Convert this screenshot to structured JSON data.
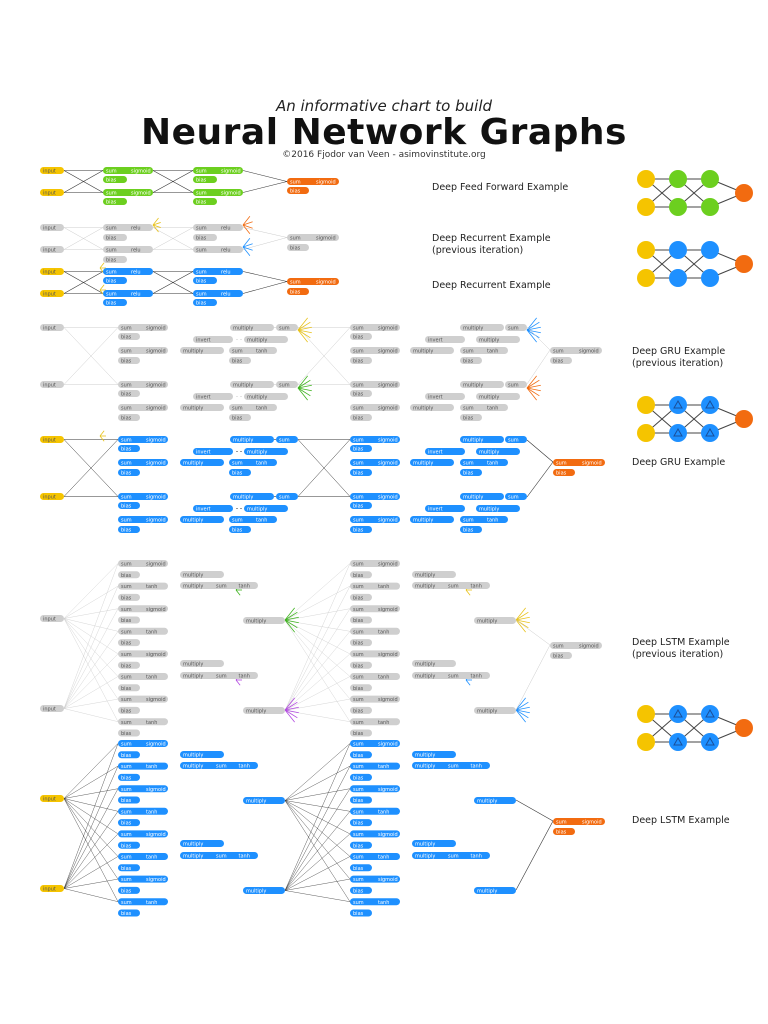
{
  "header": {
    "subtitle": "An informative chart to build",
    "title": "Neural Network Graphs",
    "credit": "©2016 Fjodor van Veen - asimovinstitute.org"
  },
  "examples": [
    {
      "line1": "Deep Feed Forward Example",
      "line2": ""
    },
    {
      "line1": "Deep Recurrent Example",
      "line2": "(previous iteration)"
    },
    {
      "line1": "Deep Recurrent Example",
      "line2": ""
    },
    {
      "line1": "Deep GRU Example",
      "line2": "(previous iteration)"
    },
    {
      "line1": "Deep GRU Example",
      "line2": ""
    },
    {
      "line1": "Deep LSTM Example",
      "line2": "(previous iteration)"
    },
    {
      "line1": "Deep LSTM Example",
      "line2": ""
    }
  ],
  "node_labels": {
    "input": "input",
    "sum": "sum",
    "sigmoid": "sigmoid",
    "relu": "relu",
    "tanh": "tanh",
    "bias": "bias",
    "multiply": "multiply",
    "invert": "invert"
  },
  "colors": {
    "input": "#f5c400",
    "ff": "#6ccf1f",
    "recurrent": "#1e90ff",
    "output": "#f26b10",
    "inactive": "#cfcfcf",
    "line_dark": "#333333",
    "line_light": "#cccccc",
    "accent_green": "#3fb31f",
    "accent_purple": "#b24ae0",
    "accent_yellow": "#e8c21a"
  }
}
